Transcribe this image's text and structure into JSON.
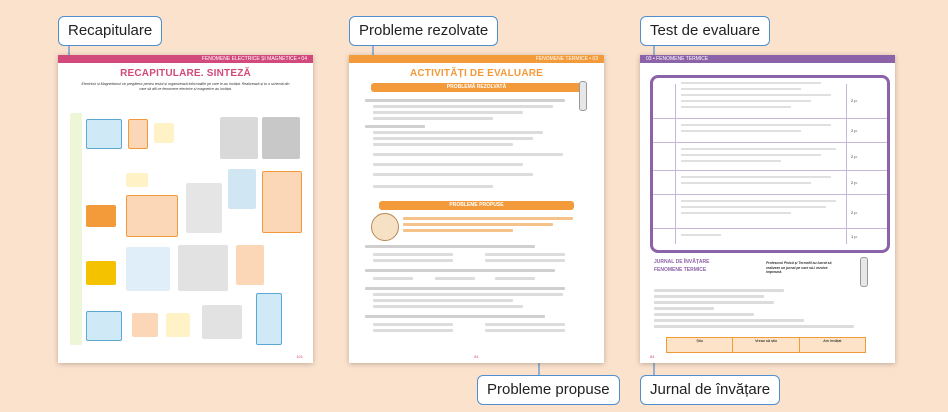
{
  "callouts": {
    "recapitulare": "Recapitulare",
    "probleme_rezolvate": "Probleme rezolvate",
    "test_evaluare": "Test de evaluare",
    "probleme_propuse": "Probleme propuse",
    "jurnal": "Jurnal de învățare"
  },
  "page1": {
    "header": "FENOMENE ELECTRICE ȘI MAGNETICE • 04",
    "title": "RECAPITULARE. SINTEZĂ",
    "intro": "Electricul și Magnetismul se pregătesc pentru testul și organizează informațiile pe care le-au învățat. Realizează și tu o schemă din care să afli ce fenomene electrice și magnetice au învățat.",
    "page_number": "101"
  },
  "page2": {
    "header": "FENOMENE TERMICE • 03",
    "title": "ACTIVITĂȚI DE EVALUARE",
    "band_solved": "PROBLEMĂ REZOLVATĂ",
    "band_proposed": "PROBLEME PROPUSE",
    "page_number": "81"
  },
  "page3": {
    "header": "03 • FENOMENE TERMICE",
    "journal_title": "JURNAL DE ÎNVĂȚARE",
    "journal_subtitle": "FENOMENE TERMICE",
    "journal_note": "Profesorul Pisică și Termofil au lucrat să realizeze un jurnal pe care să-l rezolve împreună.",
    "points": [
      "2 p.",
      "2 p.",
      "2 p.",
      "2 p.",
      "2 p.",
      "1 p."
    ],
    "table_headers": [
      "Știu",
      "Vreau să știu",
      "Am învățat"
    ],
    "page_number": "84"
  },
  "colors": {
    "background": "#fbe2cd",
    "callout_border": "#4f8fcf",
    "accent_pink": "#d24a7c",
    "accent_orange": "#f39b3b",
    "accent_purple": "#8c62a8"
  }
}
